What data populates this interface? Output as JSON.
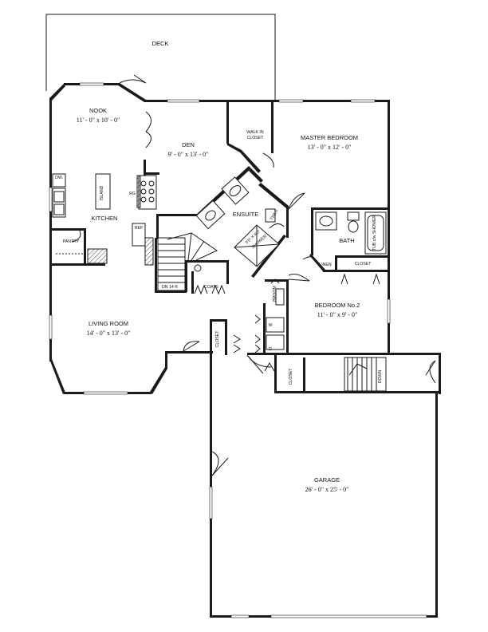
{
  "rooms": {
    "deck": {
      "name": "DECK"
    },
    "nook": {
      "name": "NOOK",
      "size": "11' - 0\" x 10' - 0\""
    },
    "den": {
      "name": "DEN",
      "size": "9' - 0\" x 13' - 0\""
    },
    "master_bedroom": {
      "name": "MASTER BEDROOM",
      "size": "13' - 0\" x 12' - 0\""
    },
    "kitchen": {
      "name": "KITCHEN"
    },
    "ensuite": {
      "name": "ENSUITE"
    },
    "bath": {
      "name": "BATH"
    },
    "living_room": {
      "name": "LIVING ROOM",
      "size": "14' - 0\" x 13' - 0\""
    },
    "bedroom2": {
      "name": "BEDROOM No.2",
      "size": "11' - 0\" x 9' - 0\""
    },
    "garage": {
      "name": "GARAGE",
      "size": "26' - 0\" x 25' - 0\""
    }
  },
  "fixtures": {
    "walk_in_closet_1": "WALK IN",
    "walk_in_closet_2": "CLOSET",
    "dw": "DW.",
    "island": "ISLAND",
    "rg": "RG",
    "ref": "REF",
    "pantry": "PANTRY",
    "towels": "TWLS",
    "shower_1": "3'6\" X 4'0\"",
    "shower_2": "SHOWER",
    "tub_shower": "TUB c/w SHOWER",
    "linen": "LINEN",
    "closet_bed2": "CLOSET",
    "stairs_down": "DN 14 R",
    "coats": "COATS",
    "broom": "BROOM",
    "washer": "W",
    "dryer": "D",
    "closet_entry": "CLOSET",
    "closet_garage": "CLOSET",
    "down": "DOWN"
  }
}
